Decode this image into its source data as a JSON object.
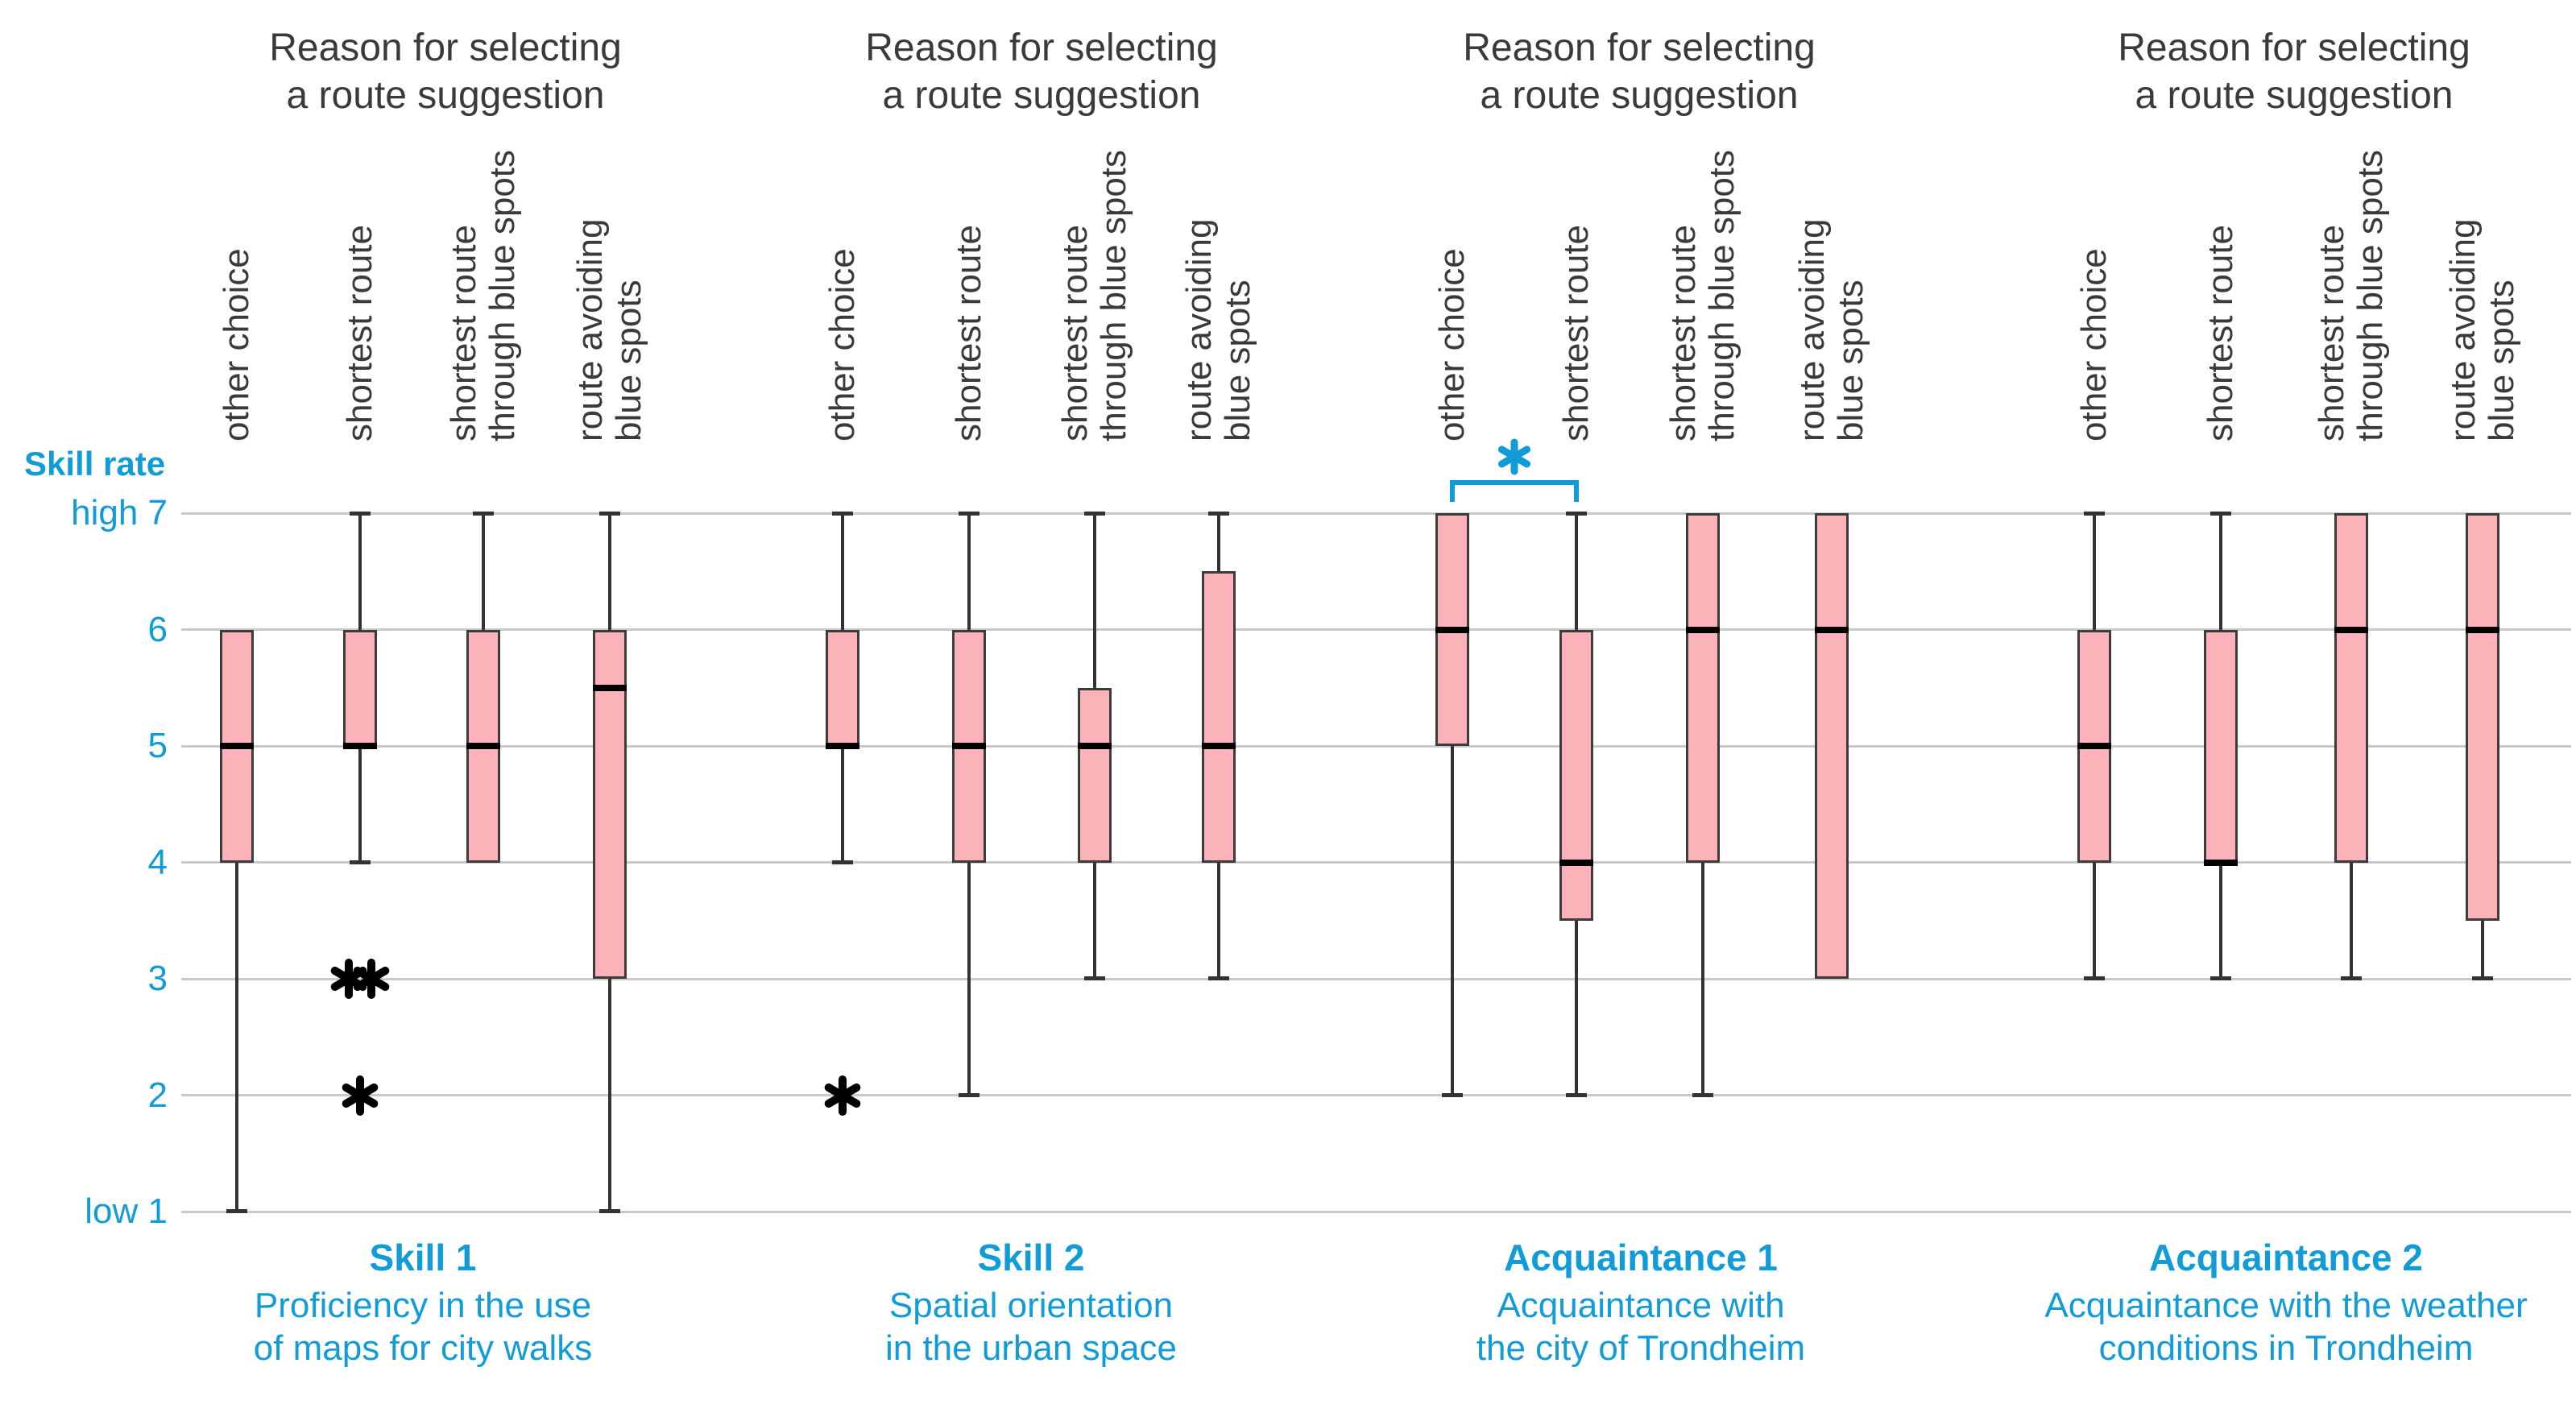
{
  "figure": {
    "background": "#FFFFFF",
    "accent_cyan": "#119CD8",
    "box_fill": "#FBB3B9",
    "box_border": "#3C3C3C",
    "median_color": "#000000",
    "whisker_color": "#333333",
    "gridline_color": "#C9C9C9",
    "label_color": "#3A3A3A"
  },
  "chart_data": {
    "type": "boxplot",
    "title": "Reason for selecting a route suggestion",
    "header_lines": [
      "Reason for selecting",
      "a route suggestion"
    ],
    "ylabel": "Skill rate",
    "ylim": [
      1,
      7
    ],
    "grid": true,
    "yticks": [
      {
        "value": 7,
        "label": "high 7"
      },
      {
        "value": 6,
        "label": "6"
      },
      {
        "value": 5,
        "label": "5"
      },
      {
        "value": 4,
        "label": "4"
      },
      {
        "value": 3,
        "label": "3"
      },
      {
        "value": 2,
        "label": "2"
      },
      {
        "value": 1,
        "label": "low 1"
      }
    ],
    "categories": [
      [
        "other choice"
      ],
      [
        "shortest route"
      ],
      [
        "shortest route",
        "through blue spots"
      ],
      [
        "route avoiding",
        "blue spots"
      ]
    ],
    "groups": [
      {
        "name": "Skill 1",
        "description_lines": [
          "Proficiency in the use",
          "of maps for city walks"
        ],
        "boxes": [
          {
            "category": "other choice",
            "whisker_low": 1,
            "q1": 4,
            "median": 5,
            "q3": 6,
            "whisker_high": 6,
            "outliers": []
          },
          {
            "category": "shortest route",
            "whisker_low": 4,
            "q1": 5,
            "median": 5,
            "q3": 6,
            "whisker_high": 7,
            "outliers": [
              {
                "value": 3,
                "marker": "double-asterisk"
              },
              {
                "value": 2,
                "marker": "asterisk"
              }
            ]
          },
          {
            "category": "shortest route through blue spots",
            "whisker_low": 4,
            "q1": 4,
            "median": 5,
            "q3": 6,
            "whisker_high": 7,
            "outliers": []
          },
          {
            "category": "route avoiding blue spots",
            "whisker_low": 1,
            "q1": 3,
            "median": 5.5,
            "q3": 6,
            "whisker_high": 7,
            "outliers": []
          }
        ],
        "significance": null
      },
      {
        "name": "Skill 2",
        "description_lines": [
          "Spatial orientation",
          "in the urban space"
        ],
        "boxes": [
          {
            "category": "other choice",
            "whisker_low": 4,
            "q1": 5,
            "median": 5,
            "q3": 6,
            "whisker_high": 7,
            "outliers": [
              {
                "value": 2,
                "marker": "asterisk"
              }
            ]
          },
          {
            "category": "shortest route",
            "whisker_low": 2,
            "q1": 4,
            "median": 5,
            "q3": 6,
            "whisker_high": 7,
            "outliers": []
          },
          {
            "category": "shortest route through blue spots",
            "whisker_low": 3,
            "q1": 4,
            "median": 5,
            "q3": 5.5,
            "whisker_high": 7,
            "outliers": []
          },
          {
            "category": "route avoiding blue spots",
            "whisker_low": 3,
            "q1": 4,
            "median": 5,
            "q3": 6.5,
            "whisker_high": 7,
            "outliers": []
          }
        ],
        "significance": null
      },
      {
        "name": "Acquaintance 1",
        "description_lines": [
          "Acquaintance with",
          "the city of Trondheim"
        ],
        "boxes": [
          {
            "category": "other choice",
            "whisker_low": 2,
            "q1": 5,
            "median": 6,
            "q3": 7,
            "whisker_high": 7,
            "outliers": []
          },
          {
            "category": "shortest route",
            "whisker_low": 2,
            "q1": 3.5,
            "median": 4,
            "q3": 6,
            "whisker_high": 7,
            "outliers": []
          },
          {
            "category": "shortest route through blue spots",
            "whisker_low": 2,
            "q1": 4,
            "median": 6,
            "q3": 7,
            "whisker_high": 7,
            "outliers": []
          },
          {
            "category": "route avoiding blue spots",
            "whisker_low": 3,
            "q1": 3,
            "median": 6,
            "q3": 7,
            "whisker_high": 7,
            "outliers": []
          }
        ],
        "significance": {
          "between": [
            0,
            1
          ],
          "label": "*"
        }
      },
      {
        "name": "Acquaintance 2",
        "description_lines": [
          "Acquaintance with the weather",
          "conditions in Trondheim"
        ],
        "boxes": [
          {
            "category": "other choice",
            "whisker_low": 3,
            "q1": 4,
            "median": 5,
            "q3": 6,
            "whisker_high": 7,
            "outliers": []
          },
          {
            "category": "shortest route",
            "whisker_low": 3,
            "q1": 4,
            "median": 4,
            "q3": 6,
            "whisker_high": 7,
            "outliers": []
          },
          {
            "category": "shortest route through blue spots",
            "whisker_low": 3,
            "q1": 4,
            "median": 6,
            "q3": 7,
            "whisker_high": 7,
            "outliers": []
          },
          {
            "category": "route avoiding blue spots",
            "whisker_low": 3,
            "q1": 3.5,
            "median": 6,
            "q3": 7,
            "whisker_high": 7,
            "outliers": []
          }
        ],
        "significance": null
      }
    ]
  }
}
